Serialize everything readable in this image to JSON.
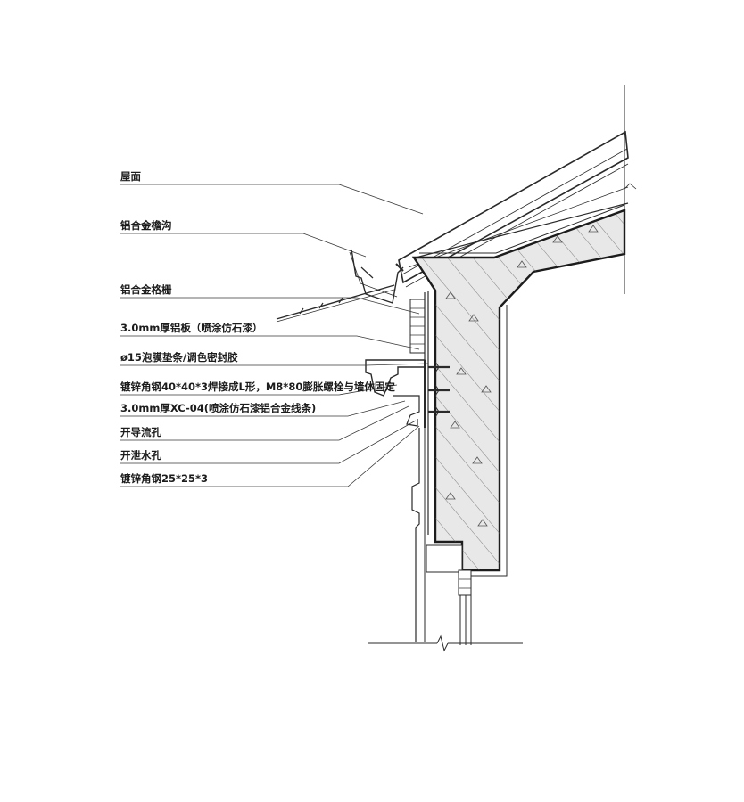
{
  "labels": {
    "roof": "屋面",
    "gutter": "铝合金檐沟",
    "grille": "铝合金格栅",
    "panel": "3.0mm厚铝板（喷涂仿石漆）",
    "foam_strip": "ø15泡膜垫条/调色密封胶",
    "angle_steel_large": "镀锌角钢40*40*3焊接成L形，M8*80膨胀螺栓与墙体固定",
    "trim": "3.0mm厚XC-04(喷涂仿石漆铝合金线条)",
    "drain_hole": "开导流孔",
    "weep_hole": "开泄水孔",
    "angle_steel_small": "镀锌角钢25*25*3"
  },
  "colors": {
    "line": "#2a2a2a",
    "concrete": "#e6e6e6",
    "background": "#ffffff"
  }
}
